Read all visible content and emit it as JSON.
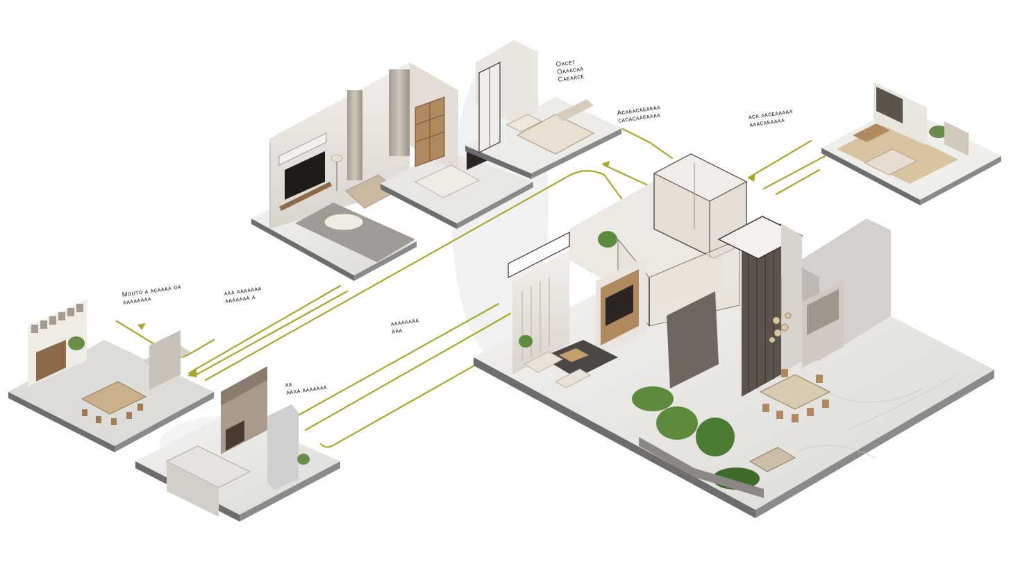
{
  "colors": {
    "connector": "#a8a82a",
    "floor": "#ecebe8",
    "floor_side": "#6d6d6d",
    "wall": "#e6e2dc",
    "wood": "#b08a5e",
    "plant": "#5d8a3c",
    "sofa": "#c9b9a3"
  },
  "labels": [
    {
      "id": "bedroom",
      "lines": [
        "Oᴀᴄᴇᴛ",
        "Oᴀᴀᴀᴄᴀᴀ",
        "Cᴀᴇᴀᴀᴄᴇ"
      ]
    },
    {
      "id": "bath",
      "lines": [
        "Aᴄᴀᴇᴀᴄᴀᴇᴀᴇᴀᴀ",
        "ᴄᴀᴄᴀᴄᴀᴀᴇᴀᴀᴀᴀ"
      ]
    },
    {
      "id": "study",
      "lines": [
        "ᴀᴄᴀ ᴀᴀᴄᴇᴀᴀᴀᴀᴀ",
        "ᴀᴀᴀᴄᴀᴇᴀᴀᴀᴀ"
      ]
    },
    {
      "id": "dining-top",
      "lines": [
        "Mᴏᴜᴛᴏ ᴀ ᴀᴄᴀᴀᴀᴀ ᴏᴀ",
        "ᴀᴀᴀᴀᴀᴀᴀᴀ"
      ]
    },
    {
      "id": "living-mid",
      "lines": [
        "ᴀᴀᴀ ᴀᴀᴀᴀᴀᴀᴀ",
        "ᴀᴀᴀᴀᴀᴀᴀ ᴀ"
      ]
    },
    {
      "id": "center-mid",
      "lines": [
        "ᴀᴀᴀᴀᴀᴀᴀᴀ",
        "ᴀᴀᴀ"
      ]
    },
    {
      "id": "kitchen",
      "lines": [
        "ᴀᴀ",
        "ᴀᴀᴀᴀ ᴀᴀᴀᴀᴀᴀᴀ"
      ]
    }
  ]
}
